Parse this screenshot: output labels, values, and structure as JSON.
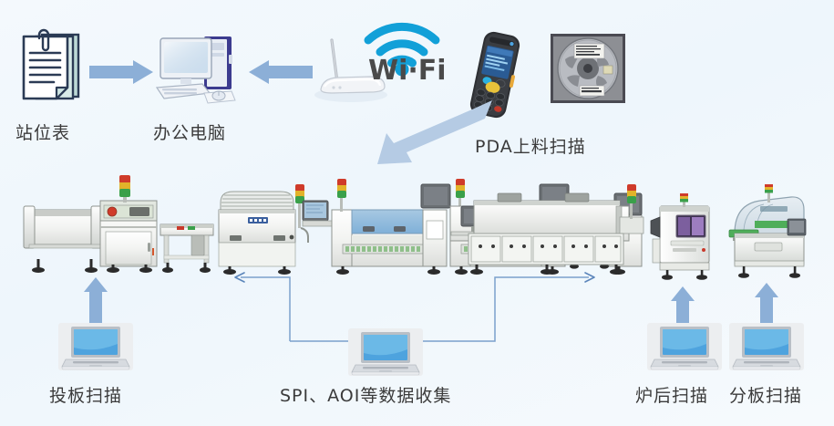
{
  "diagram": {
    "title": "SMT Production Line Data Collection Flow",
    "background_color": "#f2f8fc",
    "accent_arrow_color": "#8dabd4",
    "connector_line_color": "#7ba0cc",
    "wifi_color": "#0e9ed5"
  },
  "nodes": {
    "station_table": {
      "label": "站位表",
      "icon": "document-stack-icon"
    },
    "office_pc": {
      "label": "办公电脑",
      "icon": "desktop-computer-icon"
    },
    "router": {
      "label": "",
      "icon": "wireless-router-icon"
    },
    "wifi": {
      "label": "Wi·Fi",
      "icon": "wifi-signal-icon"
    },
    "pda_scan": {
      "label": "PDA上料扫描",
      "icon": "pda-scanner-icon"
    },
    "reel": {
      "label": "",
      "icon": "component-reel-photo"
    },
    "board_loading_scan": {
      "label": "投板扫描",
      "icon": "laptop-icon"
    },
    "spi_aoi_collect": {
      "label": "SPI、AOI等数据收集",
      "icon": "laptop-icon"
    },
    "post_reflow_scan": {
      "label": "炉后扫描",
      "icon": "laptop-icon"
    },
    "depanel_scan": {
      "label": "分板扫描",
      "icon": "laptop-icon"
    }
  },
  "machines": [
    {
      "name": "board-loader",
      "type": "loader"
    },
    {
      "name": "buffer-conveyor",
      "type": "conveyor"
    },
    {
      "name": "solder-paste-printer",
      "type": "printer"
    },
    {
      "name": "spi-inspection",
      "type": "spi"
    },
    {
      "name": "pick-and-place-1",
      "type": "mounter"
    },
    {
      "name": "pick-and-place-2",
      "type": "mounter"
    },
    {
      "name": "inline-inspection",
      "type": "inspection"
    },
    {
      "name": "reflow-oven",
      "type": "reflow"
    },
    {
      "name": "aoi-inspection",
      "type": "aoi"
    },
    {
      "name": "depaneling-router",
      "type": "depanel"
    }
  ],
  "arrows": [
    {
      "name": "doc-to-pc",
      "direction": "right",
      "style": "block"
    },
    {
      "name": "router-to-pc",
      "direction": "left",
      "style": "block"
    },
    {
      "name": "pda-to-line",
      "direction": "down-left",
      "style": "block"
    },
    {
      "name": "loader-scan-up",
      "direction": "up",
      "style": "block"
    },
    {
      "name": "post-reflow-up",
      "direction": "up",
      "style": "block"
    },
    {
      "name": "depanel-up",
      "direction": "up",
      "style": "block"
    },
    {
      "name": "spi-branch-left",
      "direction": "left",
      "style": "thin"
    },
    {
      "name": "aoi-branch-right",
      "direction": "right",
      "style": "thin"
    }
  ]
}
